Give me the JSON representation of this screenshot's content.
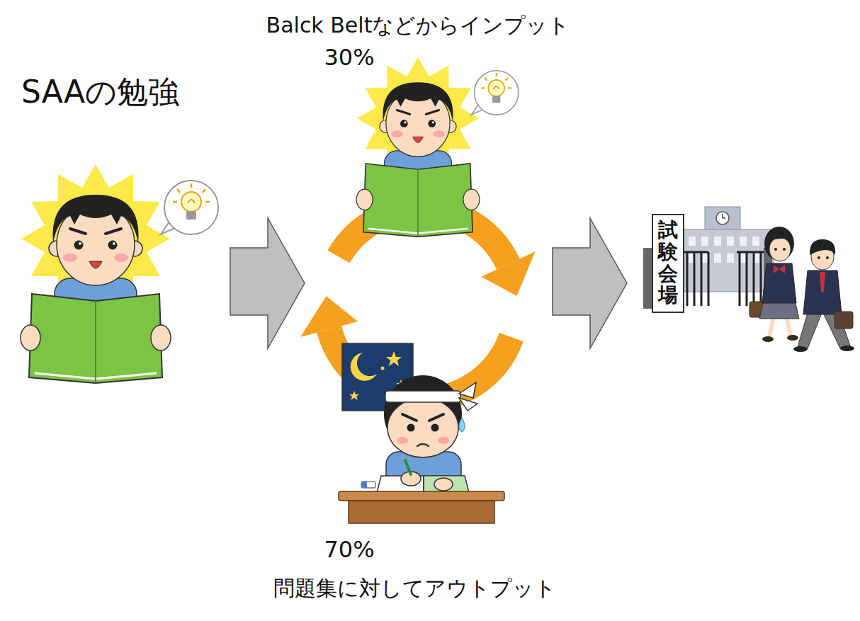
{
  "diagram": {
    "title": "SAAの勉強",
    "nodes": [
      {
        "text": [
          "試験会場"
        ]
      }
    ],
    "labels": [
      "Balck Beltなどからインプット",
      "30%",
      "70%",
      "問題集に対してアウトプット"
    ]
  }
}
